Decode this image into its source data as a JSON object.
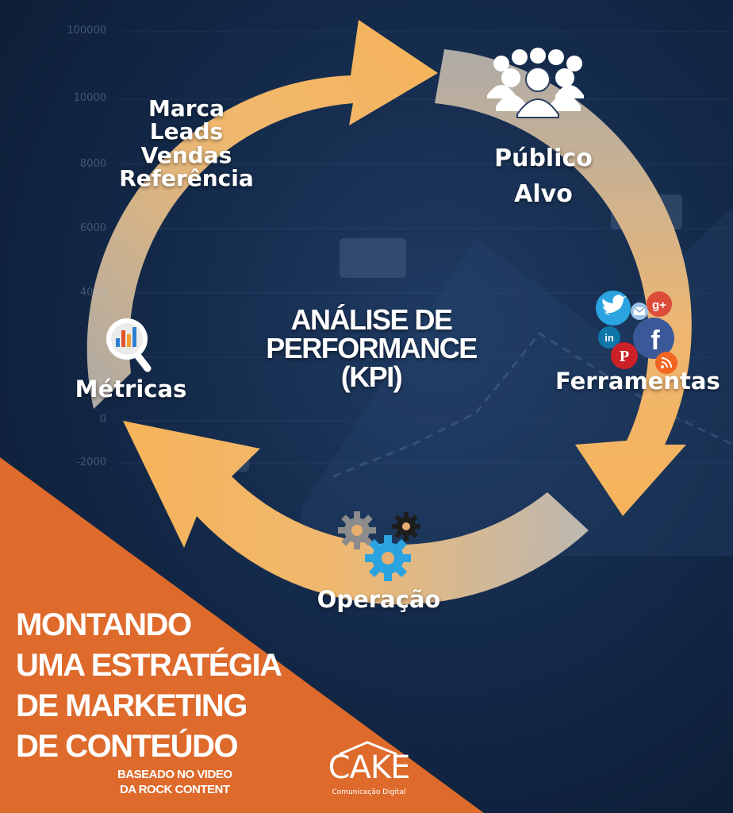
{
  "center": {
    "line1": "ANÁLISE DE",
    "line2": "PERFORMANCE",
    "line3": "(KPI)"
  },
  "stages": {
    "marca": [
      "Marca",
      "Leads",
      "Vendas",
      "Referência"
    ],
    "publico": [
      "Público",
      "Alvo"
    ],
    "ferramentas": "Ferramentas",
    "operacao": "Operação",
    "metricas": "Métricas"
  },
  "axis_ticks": [
    "100000",
    "10000",
    "8000",
    "6000",
    "4000",
    "0",
    "-2000"
  ],
  "social_icons": [
    "twitter-icon",
    "email-icon",
    "google-plus-icon",
    "linkedin-icon",
    "facebook-icon",
    "pinterest-icon",
    "rss-icon"
  ],
  "headline": [
    "MONTANDO",
    "UMA ESTRATÉGIA",
    "DE MARKETING",
    "DE CONTEÚDO"
  ],
  "credit": [
    "BASEADO NO VIDEO",
    "DA ROCK CONTENT"
  ],
  "logo": {
    "word": "CAKE",
    "subtitle": "Comunicação Digital"
  },
  "colors": {
    "background": "#142a4a",
    "arrow_orange": "#f4b15c",
    "arrow_grey": "#c9c1b6",
    "banner_orange": "#de6a2c"
  }
}
